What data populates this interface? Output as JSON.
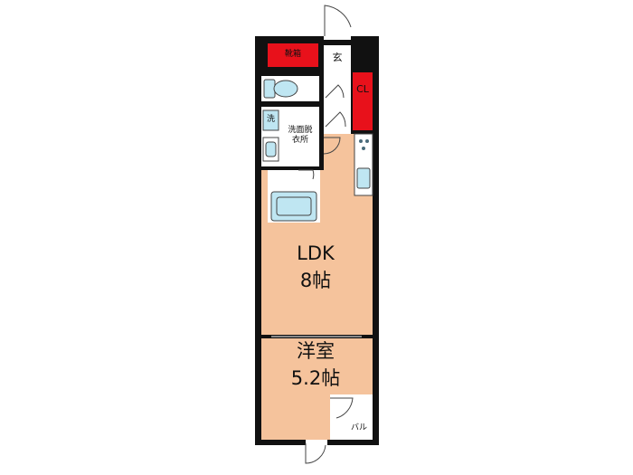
{
  "plan": {
    "rooms": {
      "ldk": {
        "name": "LDK",
        "size": "8帖"
      },
      "western": {
        "name": "洋室",
        "size": "5.2帖"
      },
      "shoebox": "靴箱",
      "entrance": "玄",
      "closet": "CL",
      "washroom": "洗面脱\n衣所",
      "washer": "洗",
      "balcony": "バル"
    },
    "colors": {
      "wall": "#111111",
      "room_floor": "#f5c39c",
      "wet_area": "#ffffff",
      "fixture": "#bfe6f2",
      "storage": "#e8111b",
      "outline": "#444444"
    }
  }
}
